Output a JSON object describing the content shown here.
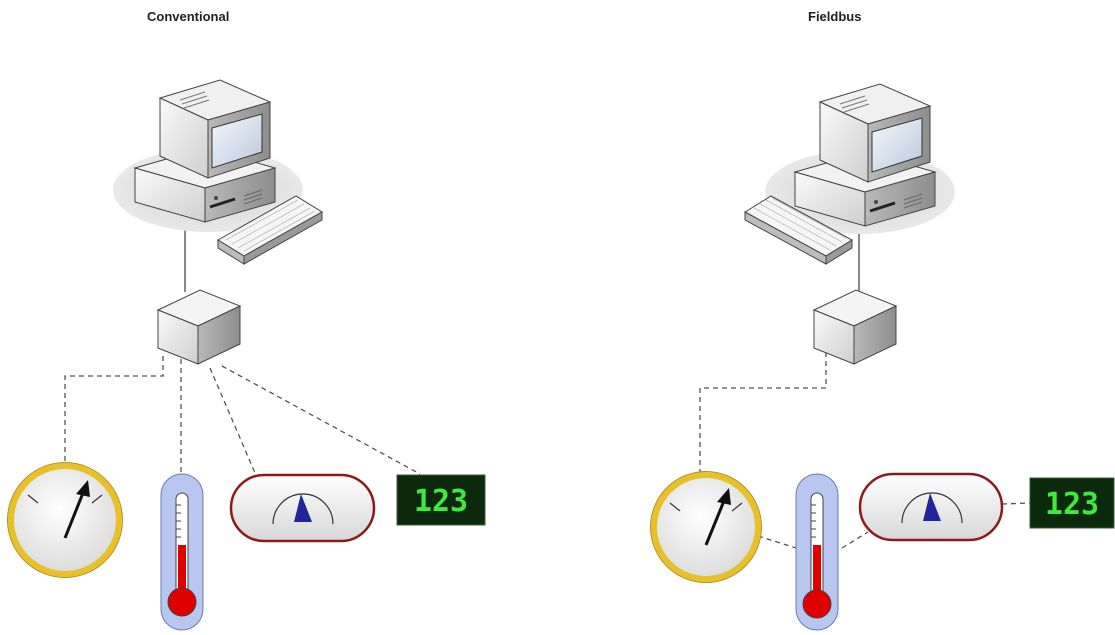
{
  "panels": [
    {
      "title": "Conventional",
      "display_value": "123"
    },
    {
      "title": "Fieldbus",
      "display_value": "123"
    }
  ],
  "colors": {
    "gauge_ring": "#e8c02a",
    "thermo_bulb": "#e00000",
    "thermo_tube": "#b9c6ef",
    "pill_border": "#8b1a1a",
    "pointer": "#23239a",
    "led_bg": "#0b2a0b",
    "led_text": "#3fe83f",
    "wire": "#555555"
  },
  "icons": [
    "computer-icon",
    "keyboard-icon",
    "io-box-icon",
    "pressure-gauge-icon",
    "thermometer-icon",
    "level-indicator-icon",
    "digital-display-icon"
  ]
}
